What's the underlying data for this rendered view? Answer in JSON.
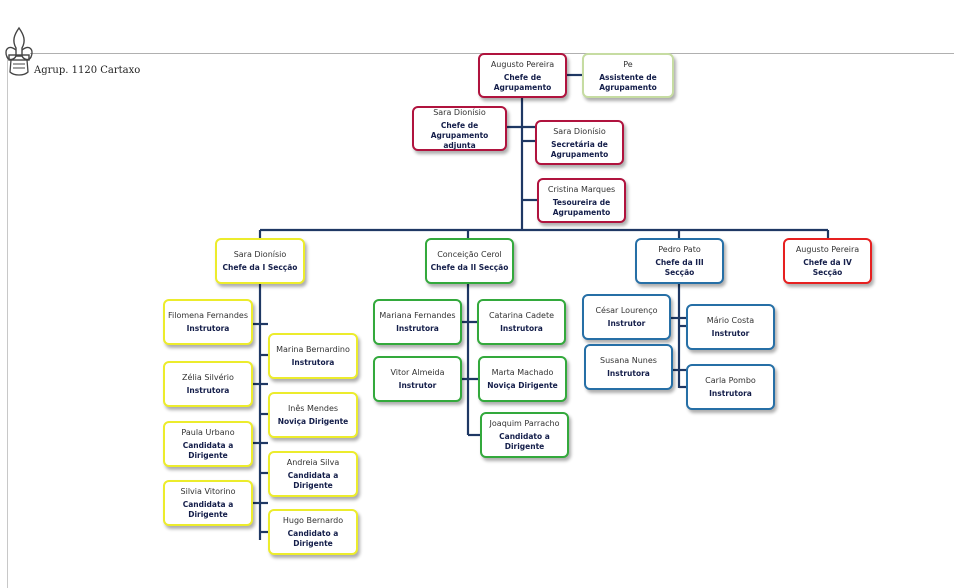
{
  "header": {
    "group_name": "Agrup. 1120 Cartaxo"
  },
  "colors": {
    "line": "#1f3864",
    "leadership": "#b0133e",
    "section_1": "#ecec2c",
    "section_2": "#33a93c",
    "section_3": "#266fa6",
    "section_4": "#e62020",
    "assistant": "#c6dca2"
  },
  "nodes": {
    "chefe_agrupamento": {
      "name": "Augusto Pereira",
      "role": "Chefe de Agrupamento"
    },
    "assistente": {
      "name": "Pe",
      "role": "Assistente de Agrupamento"
    },
    "chefe_adjunta": {
      "name": "Sara Dionísio",
      "role": "Chefe de Agrupamento adjunta"
    },
    "secretaria": {
      "name": "Sara Dionísio",
      "role": "Secretária de Agrupamento"
    },
    "tesoureira": {
      "name": "Cristina Marques",
      "role": "Tesoureira de Agrupamento"
    },
    "chefe_i": {
      "name": "Sara Dionísio",
      "role": "Chefe da I Secção"
    },
    "chefe_ii": {
      "name": "Conceição Cerol",
      "role": "Chefe da II Secção"
    },
    "chefe_iii": {
      "name": "Pedro Pato",
      "role": "Chefe da III Secção"
    },
    "chefe_iv": {
      "name": "Augusto Pereira",
      "role": "Chefe da IV Secção"
    },
    "i_filomena": {
      "name": "Filomena Fernandes",
      "role": "Instrutora"
    },
    "i_zelia": {
      "name": "Zélia Silvério",
      "role": "Instrutora"
    },
    "i_paula": {
      "name": "Paula Urbano",
      "role": "Candidata a Dirigente"
    },
    "i_silvia": {
      "name": "Silvia Vitorino",
      "role": "Candidata a Dirigente"
    },
    "i_marina": {
      "name": "Marina Bernardino",
      "role": "Instrutora"
    },
    "i_ines": {
      "name": "Inês Mendes",
      "role": "Noviça Dirigente"
    },
    "i_andreia": {
      "name": "Andreia Silva",
      "role": "Candidata a Dirigente"
    },
    "i_hugo": {
      "name": "Hugo Bernardo",
      "role": "Candidato a Dirigente"
    },
    "ii_mariana": {
      "name": "Mariana Fernandes",
      "role": "Instrutora"
    },
    "ii_vitor": {
      "name": "Vitor Almeida",
      "role": "Instrutor"
    },
    "ii_catarina": {
      "name": "Catarina Cadete",
      "role": "Instrutora"
    },
    "ii_marta": {
      "name": "Marta Machado",
      "role": "Noviça Dirigente"
    },
    "ii_joaquim": {
      "name": "Joaquim Parracho",
      "role": "Candidato a Dirigente"
    },
    "iii_cesar": {
      "name": "César Lourenço",
      "role": "Instrutor"
    },
    "iii_susana": {
      "name": "Susana Nunes",
      "role": "Instrutora"
    },
    "iii_mario": {
      "name": "Mário Costa",
      "role": "Instrutor"
    },
    "iii_carla": {
      "name": "Carla Pombo",
      "role": "Instrutora"
    }
  }
}
